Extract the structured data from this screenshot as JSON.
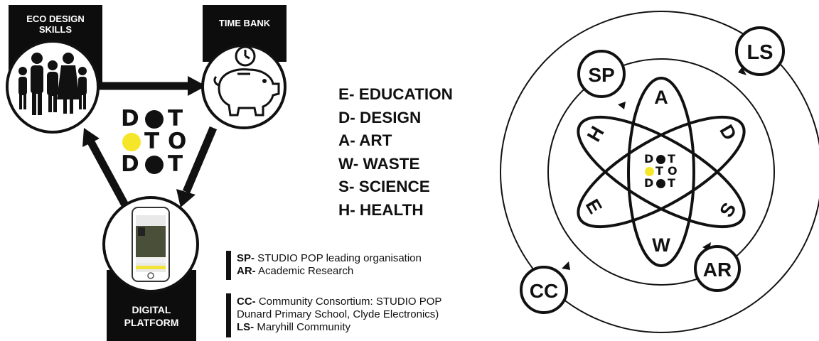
{
  "triangle": {
    "eco": {
      "title_line1": "ECO DESIGN",
      "title_line2": "SKILLS",
      "icon": "family-icon"
    },
    "time": {
      "title": "TIME BANK",
      "icon": "piggy-bank-clock-icon"
    },
    "digital": {
      "title_line1": "DIGITAL",
      "title_line2": "PLATFORM",
      "icon": "smartphone-icon"
    },
    "logo": {
      "row1": [
        "D",
        "T"
      ],
      "row2": [
        "T",
        "O"
      ],
      "row3": [
        "D",
        "T"
      ]
    }
  },
  "legend": [
    "E- EDUCATION",
    "D- DESIGN",
    "A- ART",
    "W- WASTE",
    "S- SCIENCE",
    "H- HEALTH"
  ],
  "notes": {
    "group1": [
      {
        "abbr": "SP-",
        "text": " STUDIO POP leading organisation"
      },
      {
        "abbr": "AR-",
        "text": " Academic Research"
      }
    ],
    "group2_line1": {
      "abbr": "CC-",
      "text": " Community Consortium: STUDIO POP"
    },
    "group2_line2": "Dunard Primary School, Clyde Electronics)",
    "group2_line3": {
      "abbr": "LS-",
      "text": " Maryhill Community"
    }
  },
  "atom": {
    "letters": {
      "A": "A",
      "D": "D",
      "S": "S",
      "W": "W",
      "E": "E",
      "H": "H"
    },
    "nodes": {
      "SP": "SP",
      "LS": "LS",
      "AR": "AR",
      "CC": "CC"
    }
  },
  "colors": {
    "accent": "#f5e62a",
    "ink": "#111111"
  }
}
